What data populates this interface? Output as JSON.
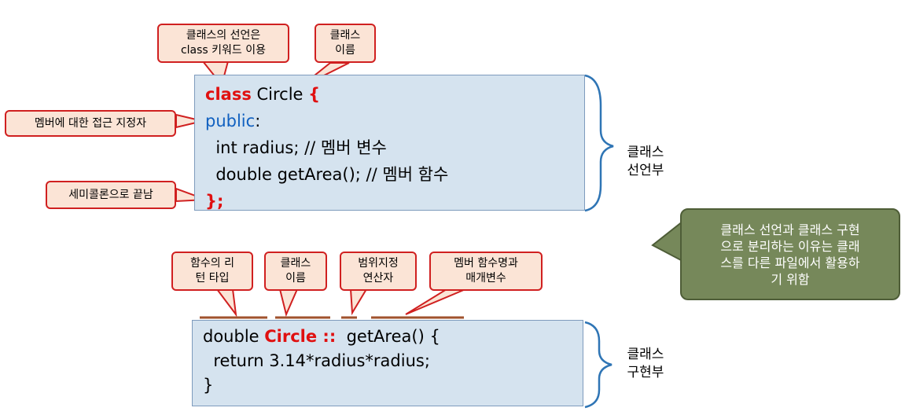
{
  "declaration": {
    "lines": [
      [
        {
          "t": "class",
          "s": "kw-red"
        },
        {
          "t": " Circle "
        },
        {
          "t": "{",
          "s": "kw-red"
        }
      ],
      [
        {
          "t": "public",
          "s": "kw-blue"
        },
        {
          "t": ":"
        }
      ],
      [
        {
          "t": "  int radius; // 멤버 변수"
        }
      ],
      [
        {
          "t": "  double getArea(); // 멤버 함수"
        }
      ],
      [
        {
          "t": "};",
          "s": "kw-red"
        }
      ]
    ],
    "side_label": "클래스\n선언부"
  },
  "implementation": {
    "lines": [
      [
        {
          "t": "double "
        },
        {
          "t": "Circle ::",
          "s": "kw-red"
        },
        {
          "t": "  getArea() {"
        }
      ],
      [
        {
          "t": "  return 3.14*radius*radius;"
        }
      ],
      [
        {
          "t": "}"
        }
      ]
    ],
    "side_label": "클래스\n구현부"
  },
  "callouts": {
    "class_keyword": "클래스의 선언은\nclass 키워드 이용",
    "class_name": "클래스\n이름",
    "access_specifier": "멤버에 대한 접근 지정자",
    "semicolon": "세미콜론으로 끝남",
    "return_type": "함수의 리\n턴 타입",
    "impl_class_name": "클래스\n이름",
    "scope_operator": "범위지정\n연산자",
    "member_function": "멤버 함수명과\n매개변수"
  },
  "note": "클래스 선언과 클래스 구현\n으로 분리하는 이유는 클래\n스를 다른 파일에서 활용하\n기 위함",
  "colors": {
    "code_bg": "#d5e3ef",
    "keyword_red": "#e01010",
    "keyword_blue": "#1060c0",
    "callout_border": "#d02020",
    "callout_bg": "#fbe4d6",
    "note_bg": "#76885a",
    "brace": "#2f75b5",
    "underline": "#a0522d"
  }
}
